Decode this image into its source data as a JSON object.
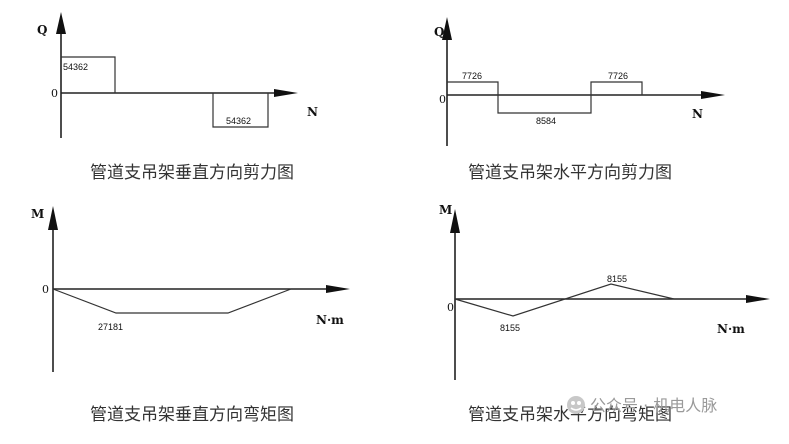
{
  "diagrams": [
    {
      "y_axis": "Q",
      "x_axis": "N",
      "zero": "0",
      "caption": "管道支吊架垂直方向剪力图",
      "values": {
        "first": "54362",
        "second": "54362"
      }
    },
    {
      "y_axis": "Q",
      "x_axis": "N",
      "zero": "0",
      "caption": "管道支吊架水平方向剪力图",
      "values": {
        "left": "7726",
        "middle": "8584",
        "right": "7726"
      }
    },
    {
      "y_axis": "M",
      "x_axis": "N·m",
      "zero": "0",
      "caption": "管道支吊架垂直方向弯矩图",
      "values": {
        "bottom": "27181"
      }
    },
    {
      "y_axis": "M",
      "x_axis": "N·m",
      "zero": "0",
      "caption": "管道支吊架水平方向弯矩图",
      "values": {
        "bottom": "8155",
        "top": "8155"
      }
    }
  ],
  "watermark": {
    "text": "公众号 · 机电人脉",
    "icon": "wechat-official-account-icon"
  }
}
